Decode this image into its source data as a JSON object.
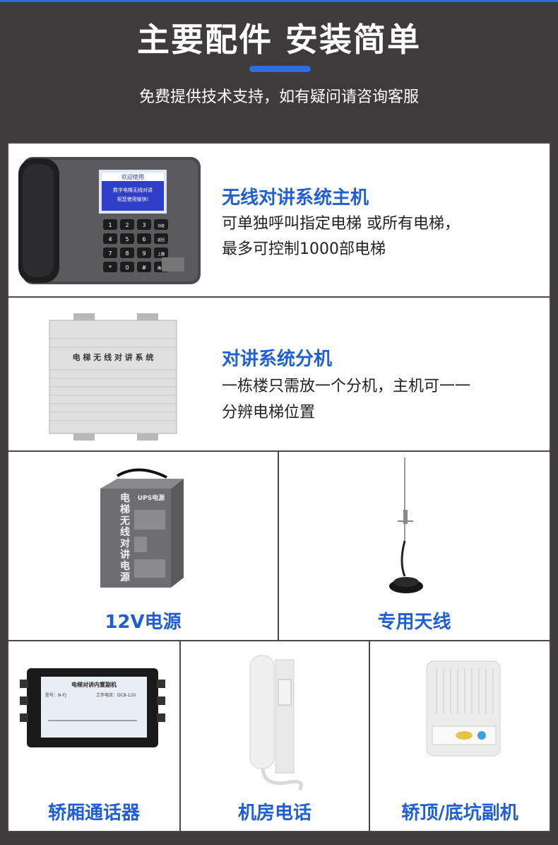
{
  "header": {
    "title": "主要配件  安装简单",
    "subtitle": "免费提供技术支持，如有疑问请咨询客服"
  },
  "main_unit": {
    "title": "无线对讲系统主机",
    "desc_line1": "可单独呼叫指定电梯 或所有电梯，",
    "desc_line2": "最多可控制1000部电梯",
    "screen_line1": "欢迎使用",
    "screen_line2": "数字电梯无线对讲",
    "screen_line3": "祝您使用愉快!",
    "keys": [
      "1",
      "2",
      "3",
      "功能",
      "4",
      "5",
      "6",
      "返回",
      "7",
      "8",
      "9",
      "上翻",
      "*",
      "0",
      "#",
      "确认"
    ]
  },
  "extension": {
    "title": "对讲系统分机",
    "desc_line1": "一栋楼只需放一个分机，主机可一一",
    "desc_line2": "分辨电梯位置",
    "box_label": "电 梯 无 线 对 讲 系 统"
  },
  "power": {
    "label": "12V电源",
    "side_text": "电梯无线对讲电源",
    "ups_text": "UPS电源"
  },
  "antenna": {
    "label": "专用天线"
  },
  "car_unit": {
    "label": "轿厢通话器",
    "device_title": "电梯对讲内置副机",
    "model": "型号：N-FJ",
    "voltage": "工作电压：DC8-12V"
  },
  "machine_phone": {
    "label": "机房电话"
  },
  "pit_unit": {
    "label": "轿顶/底坑副机"
  },
  "colors": {
    "accent": "#1f5fd3",
    "background": "#3d3b3b"
  }
}
